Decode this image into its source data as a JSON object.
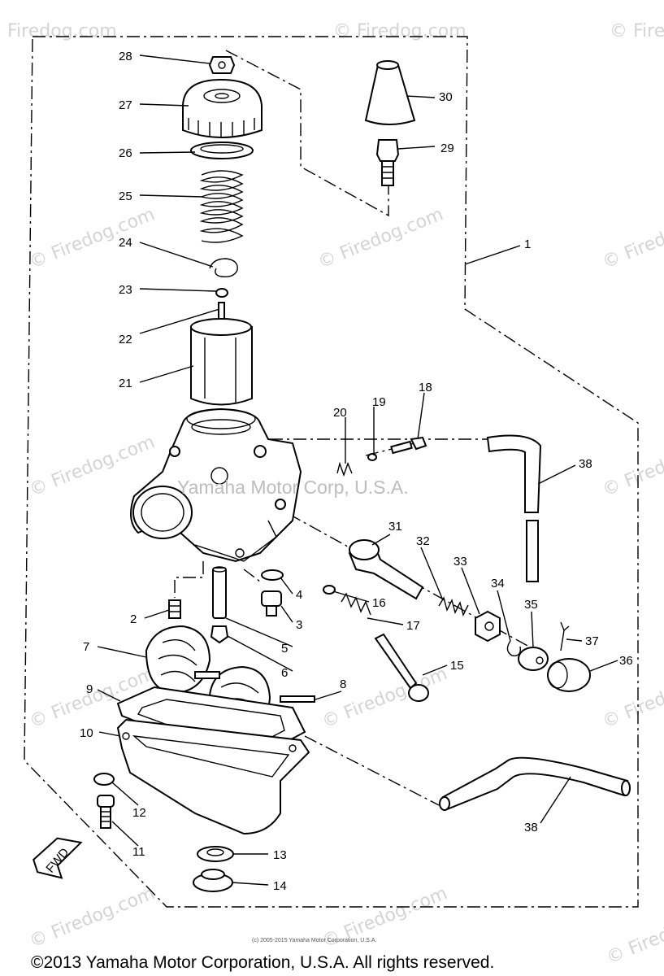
{
  "watermark": "© Firedog.com",
  "overlay_stamp": "Yamaha Motor Corp, U.S.A.",
  "fwd_label": "FWD",
  "small_copyright": "(c) 2005-2015 Yamaha Motor Corporation, U.S.A.",
  "footer": "©2013 Yamaha Motor Corporation, U.S.A. All rights reserved.",
  "callouts": {
    "c1": "1",
    "c2": "2",
    "c3": "3",
    "c4": "4",
    "c5": "5",
    "c6": "6",
    "c7": "7",
    "c8": "8",
    "c9": "9",
    "c10": "10",
    "c11": "11",
    "c12": "12",
    "c13": "13",
    "c14": "14",
    "c15": "15",
    "c16": "16",
    "c17": "17",
    "c18": "18",
    "c19": "19",
    "c20": "20",
    "c21": "21",
    "c22": "22",
    "c23": "23",
    "c24": "24",
    "c25": "25",
    "c26": "26",
    "c27": "27",
    "c28": "28",
    "c29": "29",
    "c30": "30",
    "c31": "31",
    "c32": "32",
    "c33": "33",
    "c34": "34",
    "c35": "35",
    "c36": "36",
    "c37": "37",
    "c38a": "38",
    "c38b": "38"
  }
}
